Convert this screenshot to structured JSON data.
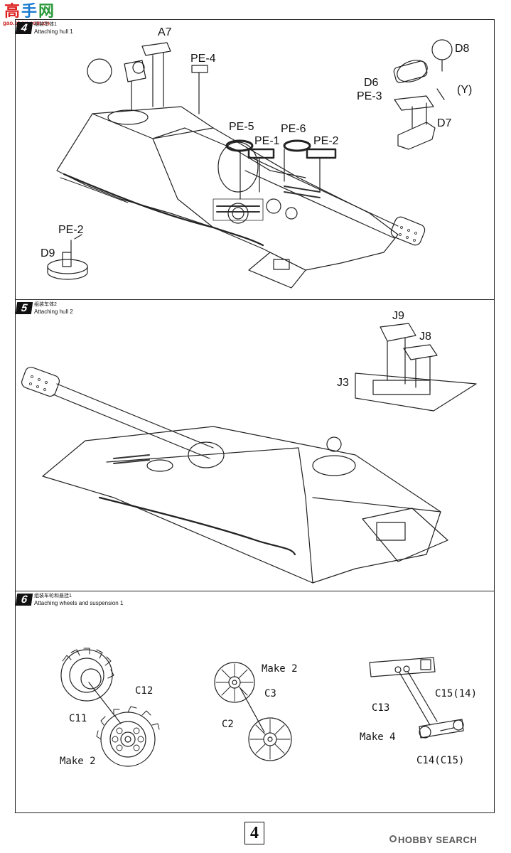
{
  "watermark": {
    "site_cn": "高手网",
    "site_url": "gao.shou.com.cn"
  },
  "steps": [
    {
      "number": "4",
      "title_cn": "组装车体1",
      "title_en": "Attaching hull 1",
      "parts": [
        "A7",
        "PE-4",
        "D8",
        "D6",
        "PE-3",
        "(Y)",
        "D7",
        "PE-5",
        "PE-1",
        "PE-6",
        "PE-2",
        "PE-2",
        "D9"
      ]
    },
    {
      "number": "5",
      "title_cn": "组装车体2",
      "title_en": "Attaching hull 2",
      "parts": [
        "J9",
        "J8",
        "J3"
      ]
    },
    {
      "number": "6",
      "title_cn": "组装车轮和悬挂1",
      "title_en": "Attaching wheels and suspension 1",
      "parts": [
        "C12",
        "C11",
        "Make 2",
        "Make 2",
        "C3",
        "C2",
        "C13",
        "C15(14)",
        "Make 4",
        "C14(C15)"
      ]
    }
  ],
  "page_number": "4",
  "footer_brand": "HOBBY SEARCH"
}
